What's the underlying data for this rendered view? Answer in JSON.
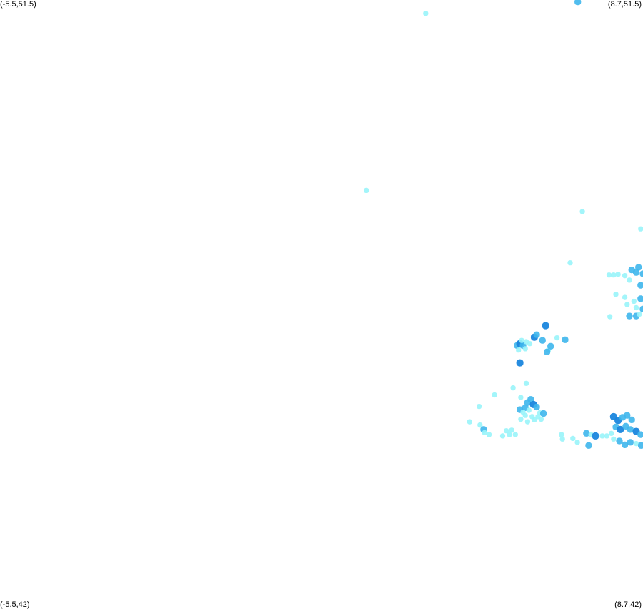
{
  "map": {
    "corners": {
      "top_left": "(-5.5,51.5)",
      "top_right": "(8.7,51.5)",
      "bottom_left": "(-5.5,42)",
      "bottom_right": "(8.7,42)"
    },
    "bounds": {
      "lon_min": -5.5,
      "lon_max": 8.7,
      "lat_min": 42,
      "lat_max": 51.5
    },
    "colors": {
      "background": "#ffffff",
      "low": "#99f4fa",
      "medium": "#3eb6ec",
      "high": "#1a86dd"
    },
    "points": [
      {
        "lon": 3.9,
        "lat": 51.29,
        "level": "low"
      },
      {
        "lon": 7.26,
        "lat": 51.47,
        "level": "medium"
      },
      {
        "lon": 2.59,
        "lat": 48.53,
        "level": "low"
      },
      {
        "lon": 7.36,
        "lat": 48.2,
        "level": "low"
      },
      {
        "lon": 8.65,
        "lat": 47.93,
        "level": "low"
      },
      {
        "lon": 7.09,
        "lat": 47.4,
        "level": "low"
      },
      {
        "lon": 7.95,
        "lat": 47.21,
        "level": "low"
      },
      {
        "lon": 8.05,
        "lat": 47.21,
        "level": "low"
      },
      {
        "lon": 8.15,
        "lat": 47.22,
        "level": "low"
      },
      {
        "lon": 8.3,
        "lat": 47.2,
        "level": "low"
      },
      {
        "lon": 8.45,
        "lat": 47.29,
        "level": "medium"
      },
      {
        "lon": 8.6,
        "lat": 47.33,
        "level": "medium"
      },
      {
        "lon": 8.7,
        "lat": 47.23,
        "level": "medium"
      },
      {
        "lon": 8.55,
        "lat": 47.25,
        "level": "medium"
      },
      {
        "lon": 8.4,
        "lat": 47.13,
        "level": "low"
      },
      {
        "lon": 8.65,
        "lat": 47.05,
        "level": "medium"
      },
      {
        "lon": 8.1,
        "lat": 46.91,
        "level": "low"
      },
      {
        "lon": 8.3,
        "lat": 46.86,
        "level": "low"
      },
      {
        "lon": 8.5,
        "lat": 46.8,
        "level": "low"
      },
      {
        "lon": 8.65,
        "lat": 46.84,
        "level": "medium"
      },
      {
        "lon": 8.35,
        "lat": 46.75,
        "level": "low"
      },
      {
        "lon": 8.55,
        "lat": 46.7,
        "level": "low"
      },
      {
        "lon": 8.7,
        "lat": 46.68,
        "level": "medium"
      },
      {
        "lon": 7.97,
        "lat": 46.56,
        "level": "low"
      },
      {
        "lon": 8.4,
        "lat": 46.57,
        "level": "medium"
      },
      {
        "lon": 8.55,
        "lat": 46.57,
        "level": "medium"
      },
      {
        "lon": 8.62,
        "lat": 46.6,
        "level": "low"
      },
      {
        "lon": 6.55,
        "lat": 46.42,
        "level": "high"
      },
      {
        "lon": 6.3,
        "lat": 46.24,
        "level": "high"
      },
      {
        "lon": 6.35,
        "lat": 46.28,
        "level": "medium"
      },
      {
        "lon": 6.48,
        "lat": 46.19,
        "level": "medium"
      },
      {
        "lon": 6.8,
        "lat": 46.23,
        "level": "low"
      },
      {
        "lon": 6.98,
        "lat": 46.2,
        "level": "medium"
      },
      {
        "lon": 5.92,
        "lat": 46.11,
        "level": "medium"
      },
      {
        "lon": 5.98,
        "lat": 46.14,
        "level": "high"
      },
      {
        "lon": 6.05,
        "lat": 46.11,
        "level": "medium"
      },
      {
        "lon": 6.1,
        "lat": 46.06,
        "level": "low"
      },
      {
        "lon": 5.95,
        "lat": 46.04,
        "level": "low"
      },
      {
        "lon": 6.2,
        "lat": 46.14,
        "level": "low"
      },
      {
        "lon": 6.12,
        "lat": 46.17,
        "level": "low"
      },
      {
        "lon": 6.02,
        "lat": 46.19,
        "level": "low"
      },
      {
        "lon": 6.61,
        "lat": 46.04,
        "level": "low"
      },
      {
        "lon": 6.66,
        "lat": 46.1,
        "level": "medium"
      },
      {
        "lon": 6.58,
        "lat": 46.01,
        "level": "medium"
      },
      {
        "lon": 5.98,
        "lat": 45.84,
        "level": "high"
      },
      {
        "lon": 6.0,
        "lat": 45.3,
        "level": "low"
      },
      {
        "lon": 6.15,
        "lat": 45.22,
        "level": "medium"
      },
      {
        "lon": 6.22,
        "lat": 45.27,
        "level": "medium"
      },
      {
        "lon": 6.28,
        "lat": 45.19,
        "level": "high"
      },
      {
        "lon": 6.35,
        "lat": 45.15,
        "level": "medium"
      },
      {
        "lon": 6.1,
        "lat": 45.14,
        "level": "medium"
      },
      {
        "lon": 5.98,
        "lat": 45.11,
        "level": "medium"
      },
      {
        "lon": 6.05,
        "lat": 45.07,
        "level": "low"
      },
      {
        "lon": 6.18,
        "lat": 45.1,
        "level": "low"
      },
      {
        "lon": 6.42,
        "lat": 45.06,
        "level": "low"
      },
      {
        "lon": 6.5,
        "lat": 45.05,
        "level": "medium"
      },
      {
        "lon": 6.38,
        "lat": 45.0,
        "level": "low"
      },
      {
        "lon": 6.25,
        "lat": 45.0,
        "level": "low"
      },
      {
        "lon": 6.1,
        "lat": 45.02,
        "level": "low"
      },
      {
        "lon": 6.0,
        "lat": 44.96,
        "level": "low"
      },
      {
        "lon": 6.3,
        "lat": 44.95,
        "level": "low"
      },
      {
        "lon": 6.45,
        "lat": 44.96,
        "level": "low"
      },
      {
        "lon": 6.15,
        "lat": 44.92,
        "level": "low"
      },
      {
        "lon": 5.83,
        "lat": 45.45,
        "level": "low"
      },
      {
        "lon": 6.12,
        "lat": 45.52,
        "level": "low"
      },
      {
        "lon": 5.42,
        "lat": 45.34,
        "level": "low"
      },
      {
        "lon": 5.08,
        "lat": 45.16,
        "level": "low"
      },
      {
        "lon": 4.87,
        "lat": 44.92,
        "level": "low"
      },
      {
        "lon": 5.1,
        "lat": 44.87,
        "level": "low"
      },
      {
        "lon": 5.18,
        "lat": 44.8,
        "level": "medium"
      },
      {
        "lon": 5.2,
        "lat": 44.75,
        "level": "low"
      },
      {
        "lon": 5.3,
        "lat": 44.72,
        "level": "low"
      },
      {
        "lon": 5.6,
        "lat": 44.7,
        "level": "low"
      },
      {
        "lon": 5.68,
        "lat": 44.78,
        "level": "low"
      },
      {
        "lon": 5.75,
        "lat": 44.72,
        "level": "low"
      },
      {
        "lon": 5.8,
        "lat": 44.79,
        "level": "low"
      },
      {
        "lon": 5.88,
        "lat": 44.72,
        "level": "low"
      },
      {
        "lon": 6.9,
        "lat": 44.72,
        "level": "low"
      },
      {
        "lon": 6.92,
        "lat": 44.65,
        "level": "low"
      },
      {
        "lon": 7.15,
        "lat": 44.66,
        "level": "low"
      },
      {
        "lon": 7.25,
        "lat": 44.6,
        "level": "low"
      },
      {
        "lon": 7.45,
        "lat": 44.74,
        "level": "medium"
      },
      {
        "lon": 7.55,
        "lat": 44.72,
        "level": "low"
      },
      {
        "lon": 7.65,
        "lat": 44.7,
        "level": "high"
      },
      {
        "lon": 7.8,
        "lat": 44.7,
        "level": "low"
      },
      {
        "lon": 7.5,
        "lat": 44.55,
        "level": "medium"
      },
      {
        "lon": 8.05,
        "lat": 45.0,
        "level": "high"
      },
      {
        "lon": 8.15,
        "lat": 44.94,
        "level": "high"
      },
      {
        "lon": 8.25,
        "lat": 44.99,
        "level": "medium"
      },
      {
        "lon": 8.35,
        "lat": 45.02,
        "level": "medium"
      },
      {
        "lon": 8.45,
        "lat": 44.95,
        "level": "medium"
      },
      {
        "lon": 8.1,
        "lat": 44.84,
        "level": "medium"
      },
      {
        "lon": 8.2,
        "lat": 44.8,
        "level": "high"
      },
      {
        "lon": 8.32,
        "lat": 44.85,
        "level": "medium"
      },
      {
        "lon": 8.42,
        "lat": 44.8,
        "level": "medium"
      },
      {
        "lon": 8.55,
        "lat": 44.77,
        "level": "high"
      },
      {
        "lon": 8.65,
        "lat": 44.72,
        "level": "medium"
      },
      {
        "lon": 8.0,
        "lat": 44.74,
        "level": "low"
      },
      {
        "lon": 7.9,
        "lat": 44.7,
        "level": "low"
      },
      {
        "lon": 8.05,
        "lat": 44.65,
        "level": "low"
      },
      {
        "lon": 8.18,
        "lat": 44.62,
        "level": "medium"
      },
      {
        "lon": 8.3,
        "lat": 44.56,
        "level": "medium"
      },
      {
        "lon": 8.42,
        "lat": 44.6,
        "level": "medium"
      },
      {
        "lon": 8.55,
        "lat": 44.58,
        "level": "low"
      },
      {
        "lon": 8.66,
        "lat": 44.55,
        "level": "medium"
      }
    ]
  }
}
